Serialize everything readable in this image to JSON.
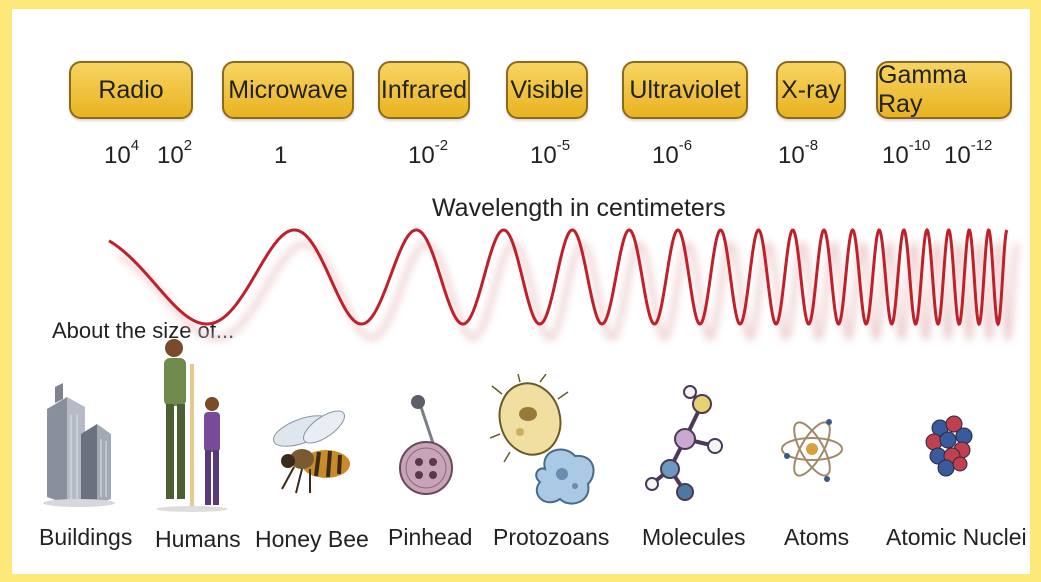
{
  "bands": [
    "Radio",
    "Microwave",
    "Infrared",
    "Visible",
    "Ultraviolet",
    "X-ray",
    "Gamma Ray"
  ],
  "ticks": [
    {
      "base": "10",
      "exp": "4"
    },
    {
      "base": "10",
      "exp": "2"
    },
    {
      "base": "1",
      "exp": ""
    },
    {
      "base": "10",
      "exp": "-2"
    },
    {
      "base": "10",
      "exp": "-5"
    },
    {
      "base": "10",
      "exp": "-6"
    },
    {
      "base": "10",
      "exp": "-8"
    },
    {
      "base": "10",
      "exp": "-10"
    },
    {
      "base": "10",
      "exp": "-12"
    }
  ],
  "axis_label": "Wavelength in centimeters",
  "size_label": "About the size of...",
  "objects": [
    {
      "label": "Buildings",
      "icon": "buildings-icon"
    },
    {
      "label": "Humans",
      "icon": "humans-icon"
    },
    {
      "label": "Honey Bee",
      "icon": "honey-bee-icon"
    },
    {
      "label": "Pinhead",
      "icon": "pinhead-icon"
    },
    {
      "label": "Protozoans",
      "icon": "protozoans-icon"
    },
    {
      "label": "Molecules",
      "icon": "molecules-icon"
    },
    {
      "label": "Atoms",
      "icon": "atom-icon"
    },
    {
      "label": "Atomic Nuclei",
      "icon": "atomic-nuclei-icon"
    }
  ],
  "colors": {
    "background_border": "#fde97a",
    "band_fill": "#f2c94c",
    "band_border": "#8a6a1a",
    "wave": "#c0202a"
  }
}
